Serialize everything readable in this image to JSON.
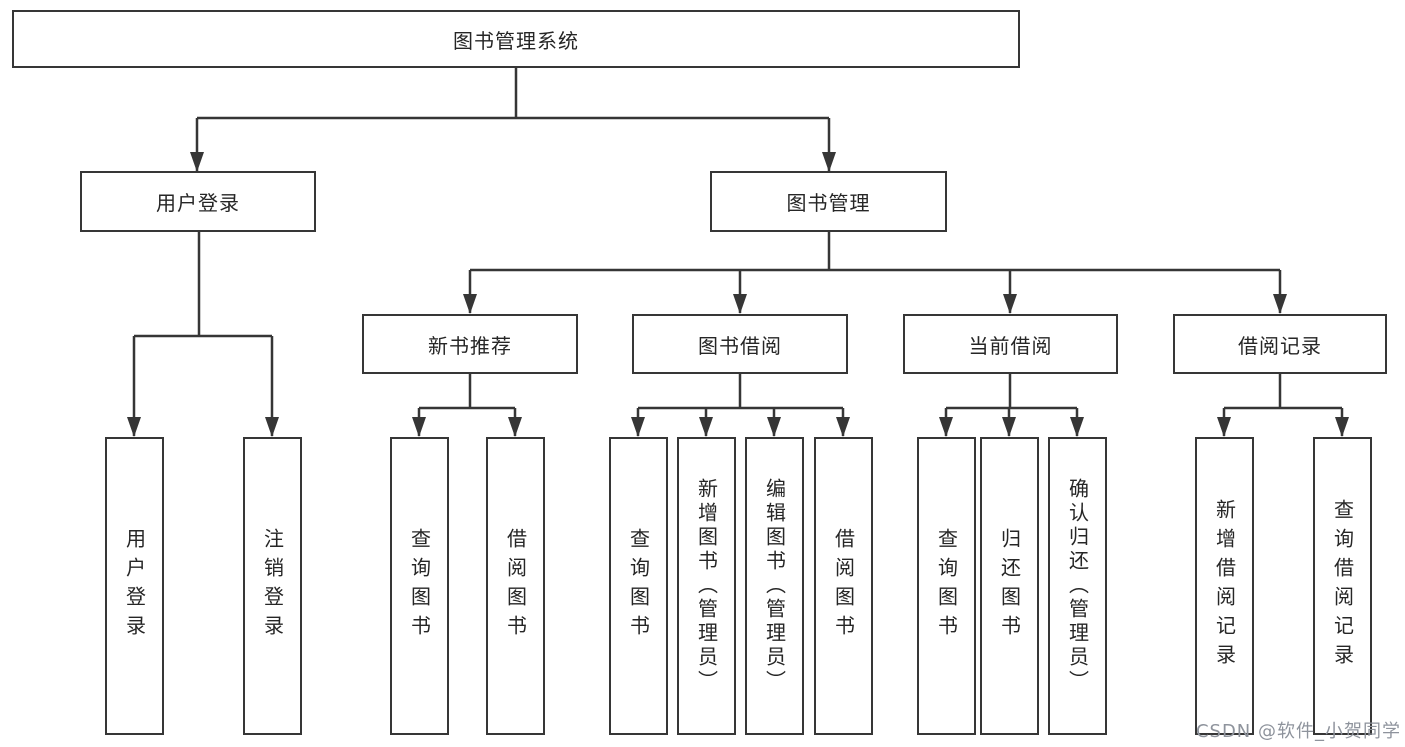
{
  "diagram": {
    "type": "hierarchy",
    "tree": {
      "label": "图书管理系统",
      "children": [
        {
          "label": "用户登录",
          "children": [
            {
              "label": "用户登录"
            },
            {
              "label": "注销登录"
            }
          ]
        },
        {
          "label": "图书管理",
          "children": [
            {
              "label": "新书推荐",
              "children": [
                {
                  "label": "查询图书"
                },
                {
                  "label": "借阅图书"
                }
              ]
            },
            {
              "label": "图书借阅",
              "children": [
                {
                  "label": "查询图书"
                },
                {
                  "label": "新增图书（管理员）"
                },
                {
                  "label": "编辑图书（管理员）"
                },
                {
                  "label": "借阅图书"
                }
              ]
            },
            {
              "label": "当前借阅",
              "children": [
                {
                  "label": "查询图书"
                },
                {
                  "label": "归还图书"
                },
                {
                  "label": "确认归还（管理员）"
                }
              ]
            },
            {
              "label": "借阅记录",
              "children": [
                {
                  "label": "新增借阅记录"
                },
                {
                  "label": "查询借阅记录"
                }
              ]
            }
          ]
        }
      ]
    },
    "colors": {
      "line": "#363636",
      "text": "#262626",
      "box_background": "#ffffff",
      "watermark_text": "#8e939c"
    }
  },
  "watermark": "CSDN @软件_小贺同学"
}
